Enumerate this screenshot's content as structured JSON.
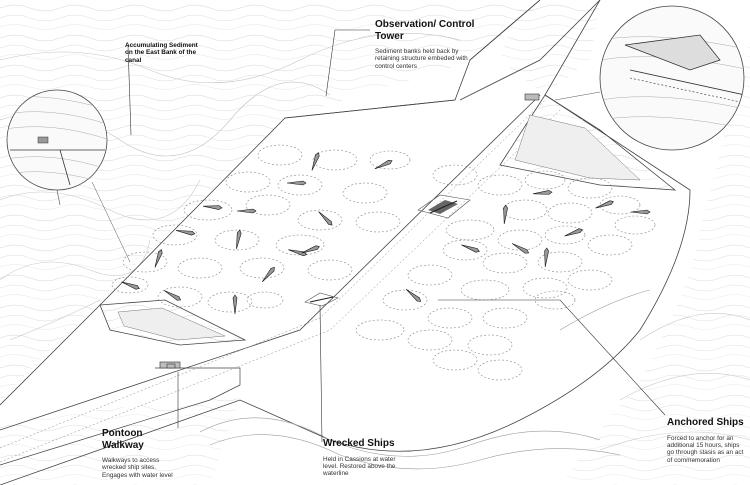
{
  "labels": {
    "tower_title": "Observation/ Control Tower",
    "tower_desc": "Sediment banks held back by retaining structure embeded with control centers",
    "sediment_title": "Accumulating Sediment on the East Bank of the canal",
    "pontoon_title": "Pontoon Walkway",
    "pontoon_desc": "Walkways to access wrecked ship sites. Engages with water level",
    "wrecked_title": "Wrecked Ships",
    "wrecked_desc": "Held in Cassions at water level. Restored above the waterline",
    "anchored_title": "Anchored Ships",
    "anchored_desc": "Forced to anchor for an additional 15 hours, ships go through stasis as an act of commemoration"
  },
  "colors": {
    "ink": "#1a1a1a",
    "line": "#555555",
    "light_line": "#bbbbbb",
    "ship_fill": "#9a9a9a",
    "paper": "#ffffff"
  },
  "icons": {
    "ship": "ship-icon",
    "magnifier": "magnifier-inset-icon"
  }
}
